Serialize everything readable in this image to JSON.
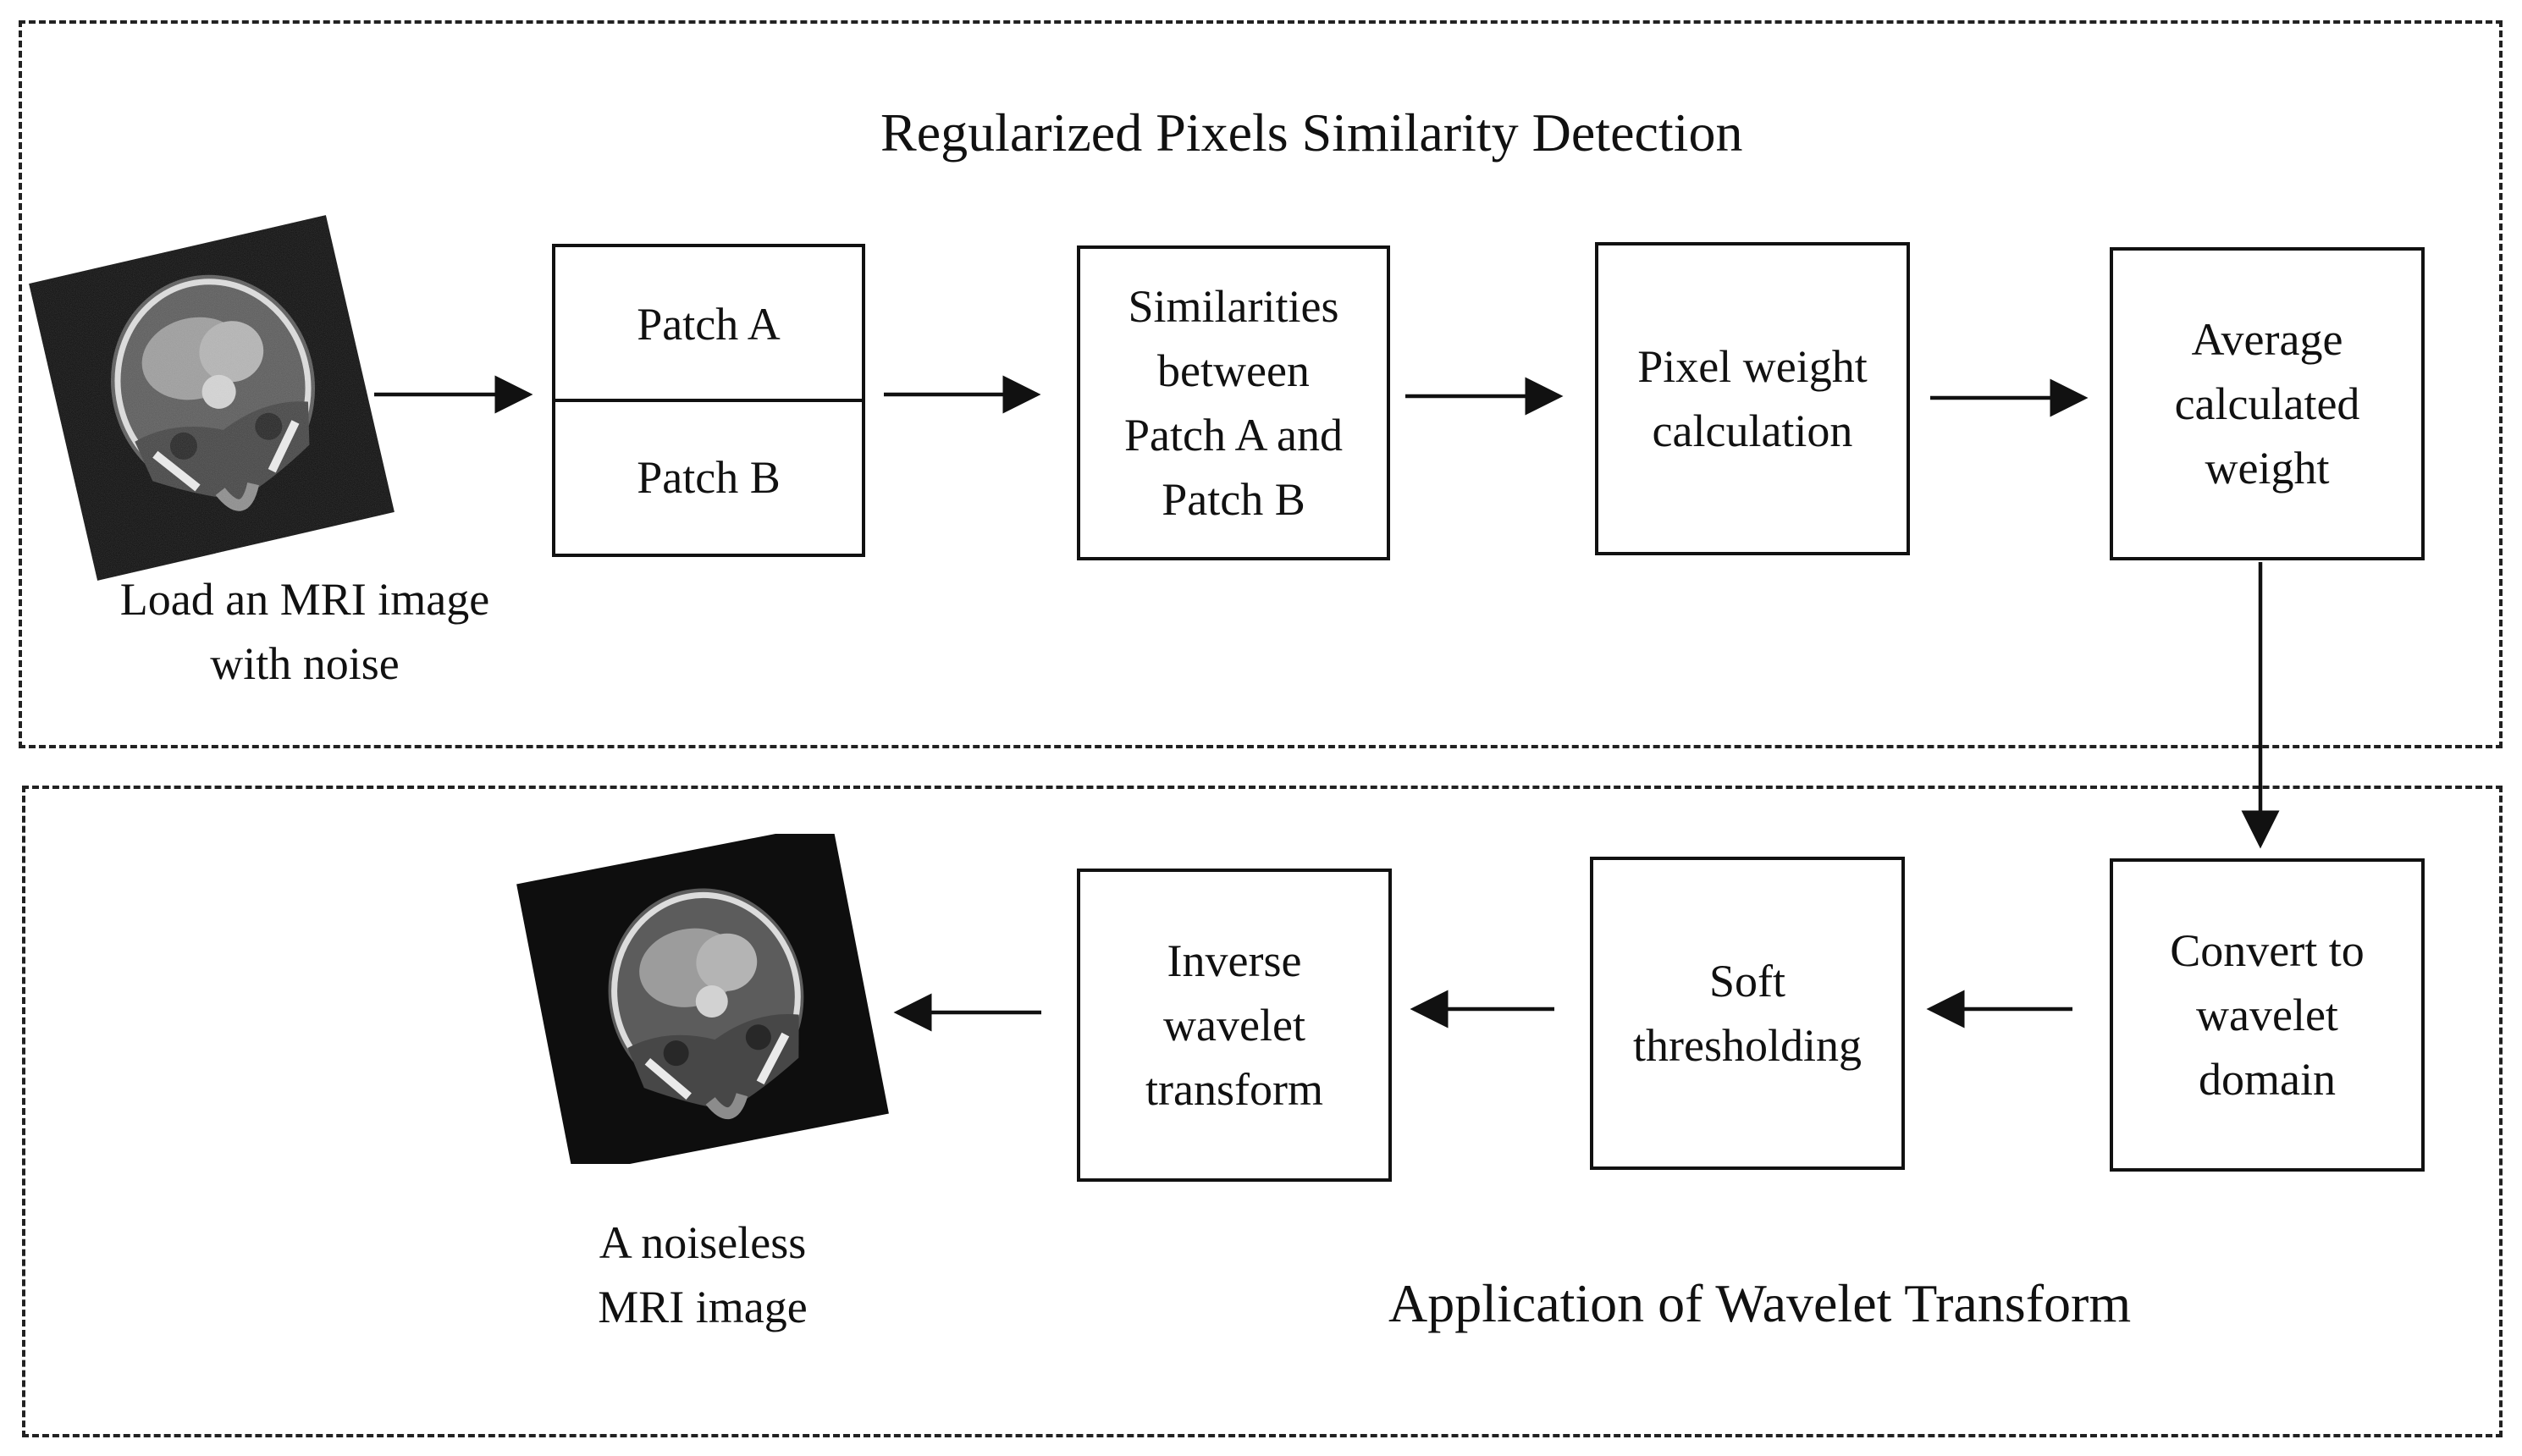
{
  "regions": {
    "top_title": "Regularized Pixels Similarity Detection",
    "bottom_title": "Application of Wavelet Transform"
  },
  "images": {
    "input_caption": "Load an MRI image\nwith noise",
    "output_caption": "A noiseless\nMRI image"
  },
  "boxes": {
    "patch_a": "Patch A",
    "patch_b": "Patch B",
    "similarities": "Similarities\nbetween\nPatch A and\nPatch B",
    "pixel_weight": "Pixel weight\ncalculation",
    "average_weight": "Average\ncalculated\nweight",
    "convert_wavelet": "Convert to\nwavelet\ndomain",
    "soft_threshold": "Soft\nthresholding",
    "inverse_wavelet": "Inverse\nwavelet\ntransform"
  },
  "colors": {
    "line": "#111111",
    "image_background": "#0e0e0e"
  }
}
